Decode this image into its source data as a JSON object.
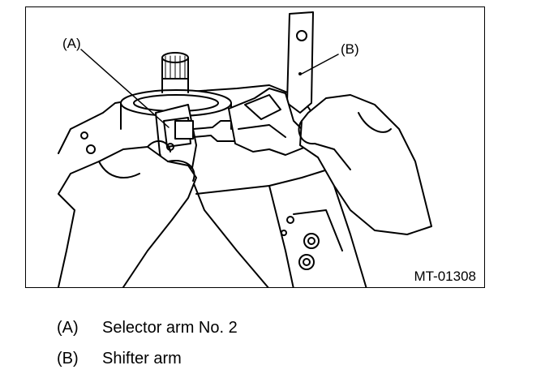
{
  "figure": {
    "callouts": {
      "a": "(A)",
      "b": "(B)"
    },
    "code": "MT-01308"
  },
  "legend": [
    {
      "key": "(A)",
      "label": "Selector arm No. 2"
    },
    {
      "key": "(B)",
      "label": "Shifter arm"
    }
  ]
}
